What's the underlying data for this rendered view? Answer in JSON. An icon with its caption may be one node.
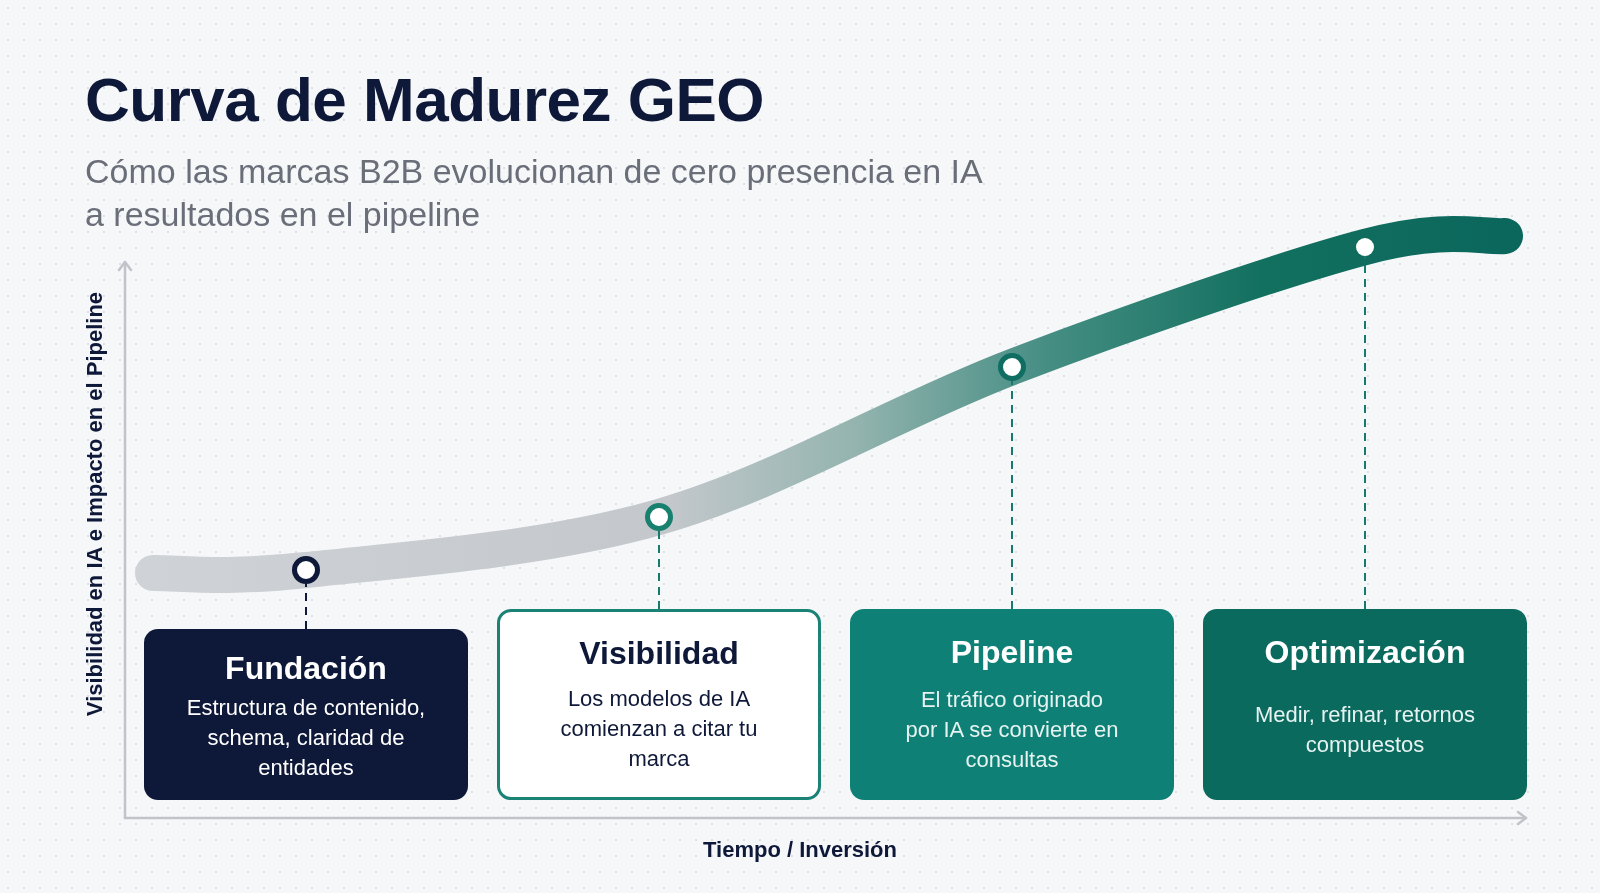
{
  "diagram": {
    "title": "Curva de Madurez GEO",
    "nodes": [
      {
        "text": [
          "Fundación",
          "Estructura de contenido, schema, claridad de entidades"
        ]
      },
      {
        "text": [
          "Visibilidad",
          "Los modelos de IA comienzan a citar tu marca"
        ]
      },
      {
        "text": [
          "Pipeline",
          "El tráfico originado por IA se convierte en consultas"
        ]
      },
      {
        "text": [
          "Optimización",
          "Medir, refinar, retornos compuestos"
        ]
      },
      {
        "text": [],
        "shape": "circle"
      },
      {
        "text": [],
        "shape": "circle"
      },
      {
        "text": [],
        "shape": "circle"
      },
      {
        "text": [],
        "shape": "circle"
      }
    ],
    "edges": [
      {
        "from": 0,
        "to": 4,
        "arrow": "none",
        "style": "dashed",
        "color": "#0e1838"
      },
      {
        "from": 1,
        "to": 5,
        "arrow": "none",
        "style": "dashed"
      },
      {
        "from": 2,
        "to": 6,
        "arrow": "none",
        "style": "dashed"
      },
      {
        "from": 3,
        "to": 7,
        "arrow": "none",
        "style": "dashed"
      }
    ],
    "labels": [
      "Cómo las marcas B2B evolucionan de cero presencia en IA a resultados en el pipeline",
      "Visibilidad en IA e Impacto en el Pipeline",
      "Tiempo / Inversión"
    ]
  }
}
